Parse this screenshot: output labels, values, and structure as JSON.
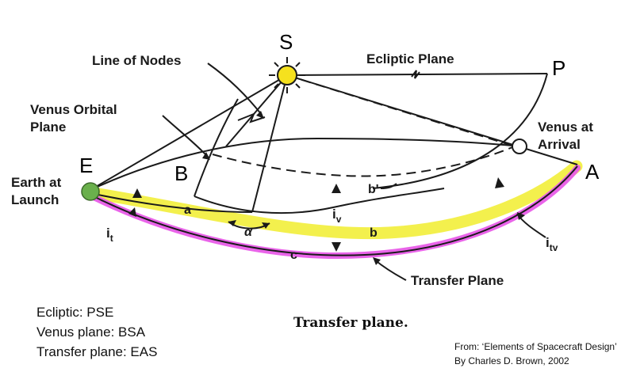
{
  "diagram": {
    "points": {
      "sun": "S",
      "p": "P",
      "earth": "E",
      "b": "B",
      "arrival": "A"
    },
    "labels": {
      "line_of_nodes": "Line of Nodes",
      "ecliptic_plane": "Ecliptic Plane",
      "venus_orbital_plane_1": "Venus Orbital",
      "venus_orbital_plane_2": "Plane",
      "venus_at_arrival_1": "Venus at",
      "venus_at_arrival_2": "Arrival",
      "earth_at_launch_1": "Earth at",
      "earth_at_launch_2": "Launch",
      "transfer_plane": "Transfer Plane",
      "arc_a": "a",
      "arc_b": "b",
      "arc_b_prime": "b'",
      "arc_c": "c",
      "angle_alpha": "α",
      "i_t": "i",
      "i_t_sub": "t",
      "i_v": "i",
      "i_v_sub": "v",
      "i_tv": "i",
      "i_tv_sub": "tv"
    },
    "caption": "Transfer plane.",
    "colors": {
      "earth": "#6ab04c",
      "sun": "#f5e11e",
      "yellow_highlight": "#f2ee3a",
      "magenta_highlight": "#e85ce8",
      "ink": "#1a1a1a"
    }
  },
  "legend": [
    "Ecliptic: PSE",
    "Venus plane: BSA",
    "Transfer plane: EAS"
  ],
  "credit": [
    "From: ‘Elements of Spacecraft Design’",
    "By Charles D. Brown, 2002"
  ]
}
